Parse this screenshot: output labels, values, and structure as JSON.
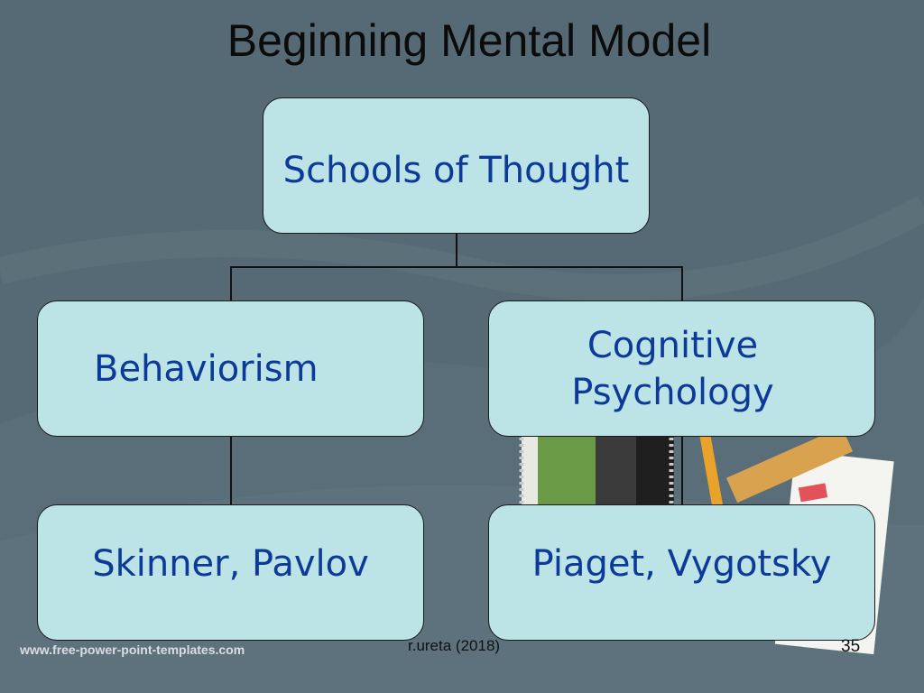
{
  "slide": {
    "title": "Beginning Mental Model",
    "footer_url": "www.free-power-point-templates.com",
    "credit": "r.ureta (2018)",
    "slide_number": "35"
  },
  "diagram": {
    "root": "Schools of Thought",
    "branches": [
      {
        "label": "Behaviorism",
        "child": "Skinner, Pavlov"
      },
      {
        "label": "Cognitive Psychology",
        "child": "Piaget, Vygotsky"
      }
    ]
  },
  "colors": {
    "background": "#566a75",
    "box_fill": "#bce3e6",
    "box_text": "#0d3a99",
    "title_text": "#0b0b0b"
  }
}
